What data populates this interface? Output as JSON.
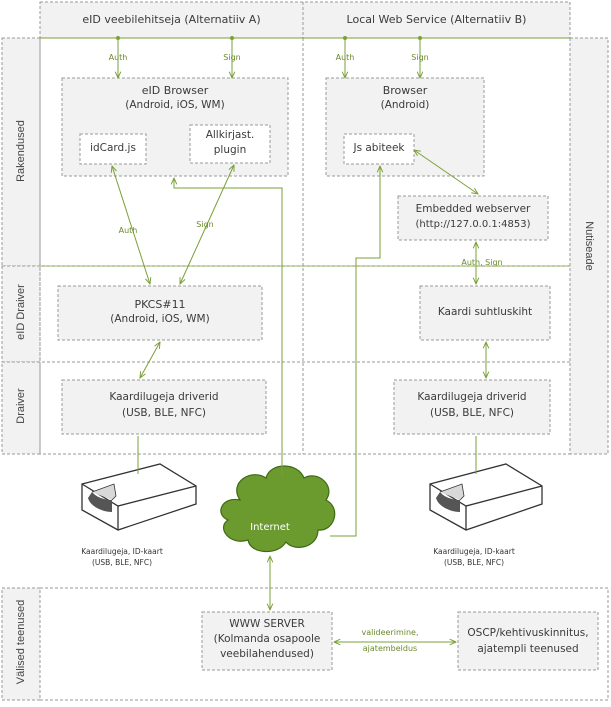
{
  "colors": {
    "arrow": "#7aa038",
    "line": "#7aa038",
    "dash": "#9a9a9a",
    "band_bg": "#f2f2f2",
    "cloud": "#6b9a2e"
  },
  "header": {
    "col_a": "eID veebilehitseja (Alternatiiv A)",
    "col_b": "Local Web Service (Alternatiiv B)"
  },
  "bands": {
    "rakendused": "Rakendused",
    "eid_draiver": "eID Draiver",
    "draiver": "Draiver",
    "valised": "Välised teenused",
    "nutiseade": "Nutiseade"
  },
  "boxes": {
    "eid_browser_title": "eID Browser",
    "eid_browser_sub": "(Android, iOS, WM)",
    "idcard_js": "idCard.js",
    "allkirjast_1": "Allkirjast.",
    "allkirjast_2": "plugin",
    "browser_title": "Browser",
    "browser_sub": "(Android)",
    "js_abiteek": "Js abiteek",
    "embedded_1": "Embedded webserver",
    "embedded_2": "(http://127.0.0.1:4853)",
    "pkcs_1": "PKCS#11",
    "pkcs_2": "(Android, iOS, WM)",
    "kaardi_suhtlus": "Kaardi suhtluskiht",
    "driver_a_1": "Kaardilugeja driverid",
    "driver_a_2": "(USB, BLE, NFC)",
    "driver_b_1": "Kaardilugeja driverid",
    "driver_b_2": "(USB, BLE, NFC)",
    "internet": "Internet",
    "www_1": "WWW SERVER",
    "www_2": "(Kolmanda osapoole",
    "www_3": "veebilahendused)",
    "ocsp_1": "OSCP/kehtivuskinnitus,",
    "ocsp_2": "ajatempli teenused"
  },
  "edge_labels": {
    "auth_a": "Auth",
    "sign_a": "Sign",
    "auth_b": "Auth",
    "sign_b": "Sign",
    "auth_mid": "Auth",
    "sign_mid": "Sign",
    "auth_sign_b": "Auth, Sign",
    "valideerimine": "valideerimine,",
    "ajatembeldus": "ajatembeldus"
  },
  "readers": {
    "left_1": "Kaardilugeja, ID-kaart",
    "left_2": "(USB, BLE, NFC)",
    "right_1": "Kaardilugeja, ID-kaart",
    "right_2": "(USB, BLE, NFC)"
  }
}
